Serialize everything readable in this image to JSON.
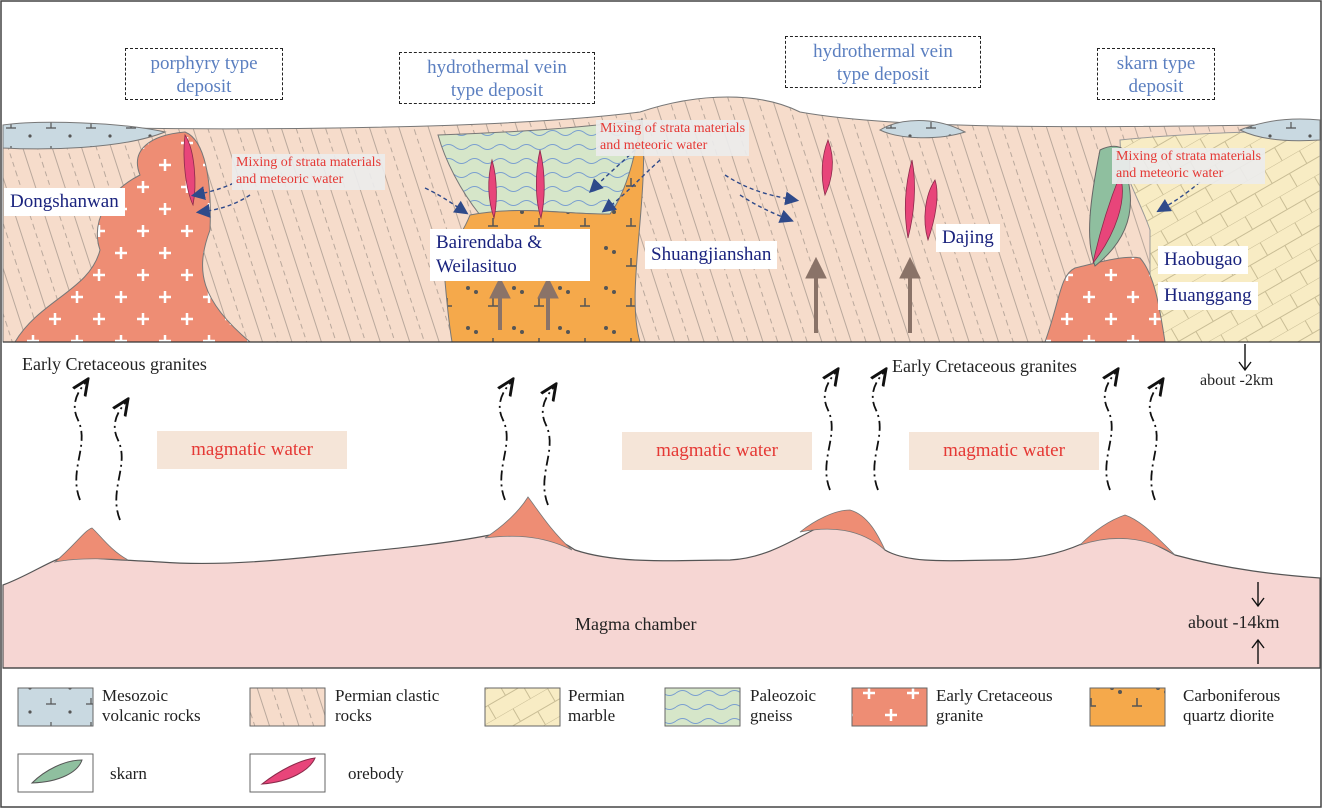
{
  "deposit_types": {
    "porphyry": [
      "porphyry type",
      "deposit"
    ],
    "vein1": [
      "hydrothermal vein",
      "type deposit"
    ],
    "vein2": [
      "hydrothermal vein",
      "type deposit"
    ],
    "skarn": [
      "skarn type",
      "deposit"
    ]
  },
  "places": {
    "dongshanwan": "Dongshanwan",
    "bairendaba": [
      "Bairendaba &",
      "Weilasituo"
    ],
    "shuangjianshan": "Shuangjianshan",
    "dajing": "Dajing",
    "haobugao": "Haobugao",
    "huanggang": "Huanggang"
  },
  "mixing": [
    "Mixing of  strata materials",
    "and meteoric water"
  ],
  "magmatic_water": "magmatic water",
  "early_cretaceous_granites": "Early Cretaceous granites",
  "depth_2km": "about -2km",
  "depth_14km": "about -14km",
  "magma_chamber": "Magma chamber",
  "legend": [
    {
      "id": "volcanic",
      "label": [
        "Mesozoic",
        "volcanic rocks"
      ]
    },
    {
      "id": "clastic",
      "label": [
        "Permian clastic",
        "rocks"
      ]
    },
    {
      "id": "marble",
      "label": [
        "Permian",
        "marble"
      ]
    },
    {
      "id": "gneiss",
      "label": [
        "Paleozoic",
        "gneiss"
      ]
    },
    {
      "id": "granite",
      "label": [
        "Early Cretaceous",
        "granite"
      ]
    },
    {
      "id": "diorite",
      "label": [
        "Carboniferous",
        "quartz diorite"
      ]
    },
    {
      "id": "skarn",
      "label": [
        "skarn"
      ]
    },
    {
      "id": "orebody",
      "label": [
        "orebody"
      ]
    }
  ],
  "colors": {
    "clastic": "#f6dccb",
    "granite": "#ee8d74",
    "diorite": "#f5a94b",
    "gneiss": "#d6e6c9",
    "marble": "#f8ecc4",
    "volcanic": "#c9d9e1",
    "magma": "#f6d6d3",
    "skarn": "#8fbf9f",
    "orebody": "#e8457a",
    "arrow": "#2f4a8a"
  }
}
